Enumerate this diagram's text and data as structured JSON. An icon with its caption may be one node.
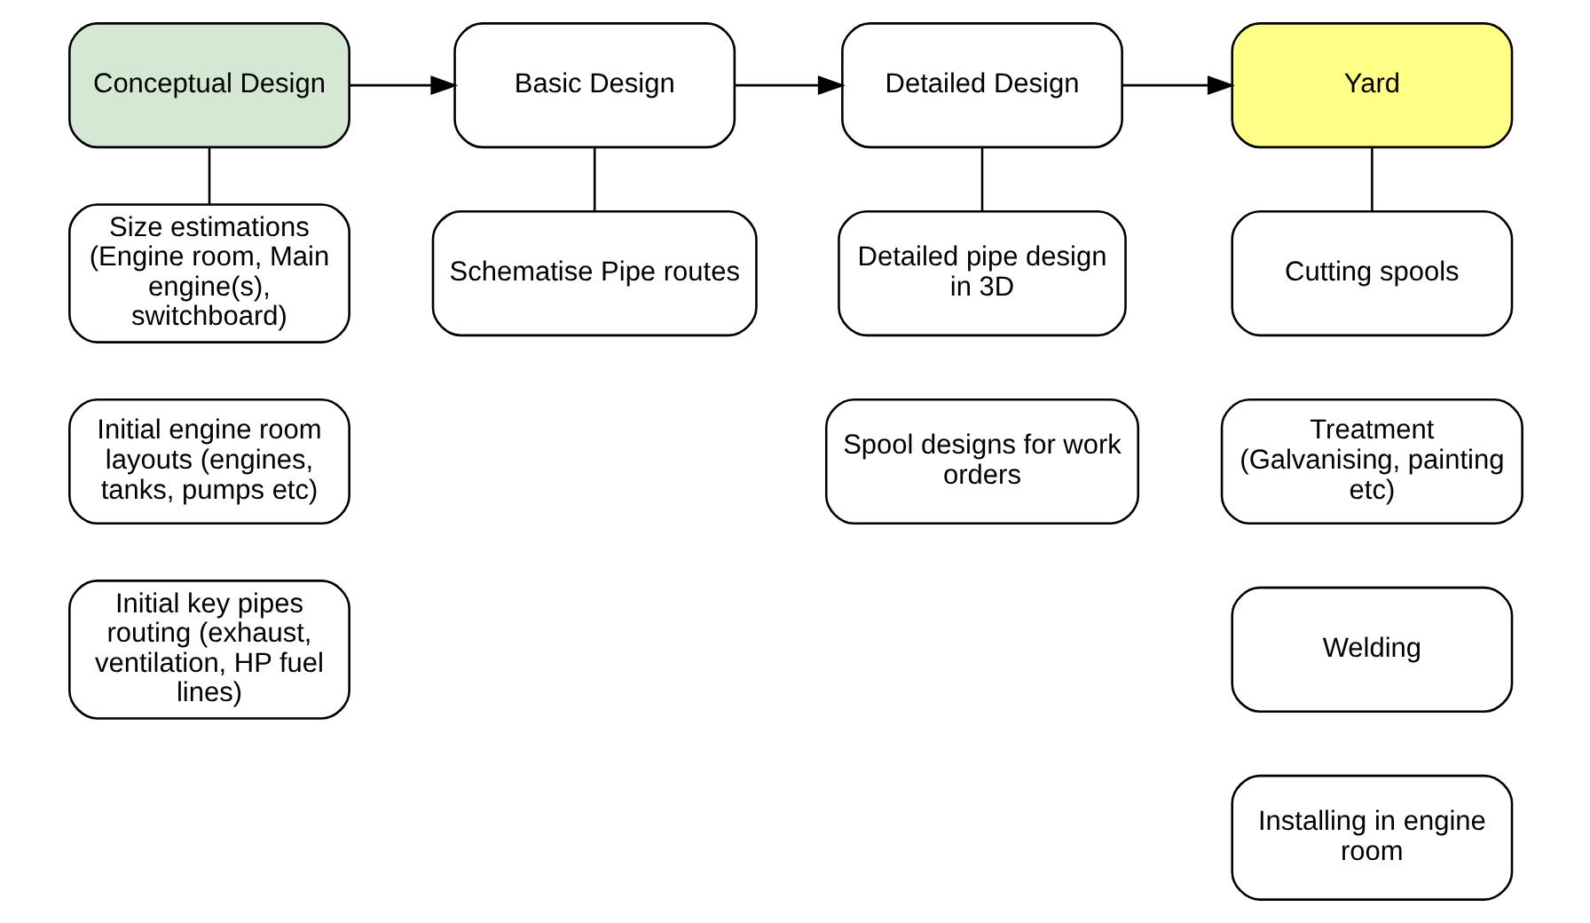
{
  "diagram": {
    "nodes": [
      {
        "text": [
          "Conceptual Design"
        ]
      },
      {
        "text": [
          "Basic Design"
        ]
      },
      {
        "text": [
          "Detailed Design"
        ]
      },
      {
        "text": [
          "Yard"
        ]
      },
      {
        "text": [
          "Size estimations (Engine room, Main engine(s), switchboard)"
        ]
      },
      {
        "text": [
          "Initial engine room layouts (engines, tanks, pumps etc)"
        ]
      },
      {
        "text": [
          "Initial key pipes routing (exhaust, ventilation, HP fuel lines)"
        ]
      },
      {
        "text": [
          "Schematise Pipe routes"
        ]
      },
      {
        "text": [
          "Detailed pipe design in 3D"
        ]
      },
      {
        "text": [
          "Spool designs for work orders"
        ]
      },
      {
        "text": [
          "Cutting spools"
        ]
      },
      {
        "text": [
          "Treatment (Galvanising, painting etc)"
        ]
      },
      {
        "text": [
          "Welding"
        ]
      },
      {
        "text": [
          "Installing in engine room"
        ]
      }
    ],
    "edges": [
      {
        "from": 0,
        "to": 1,
        "arrow": "to"
      },
      {
        "from": 1,
        "to": 2,
        "arrow": "to"
      },
      {
        "from": 2,
        "to": 3,
        "arrow": "to"
      },
      {
        "from": 0,
        "to": 4,
        "arrow": "none"
      },
      {
        "from": 1,
        "to": 7,
        "arrow": "none"
      },
      {
        "from": 2,
        "to": 8,
        "arrow": "none"
      },
      {
        "from": 3,
        "to": 10,
        "arrow": "none"
      }
    ]
  }
}
